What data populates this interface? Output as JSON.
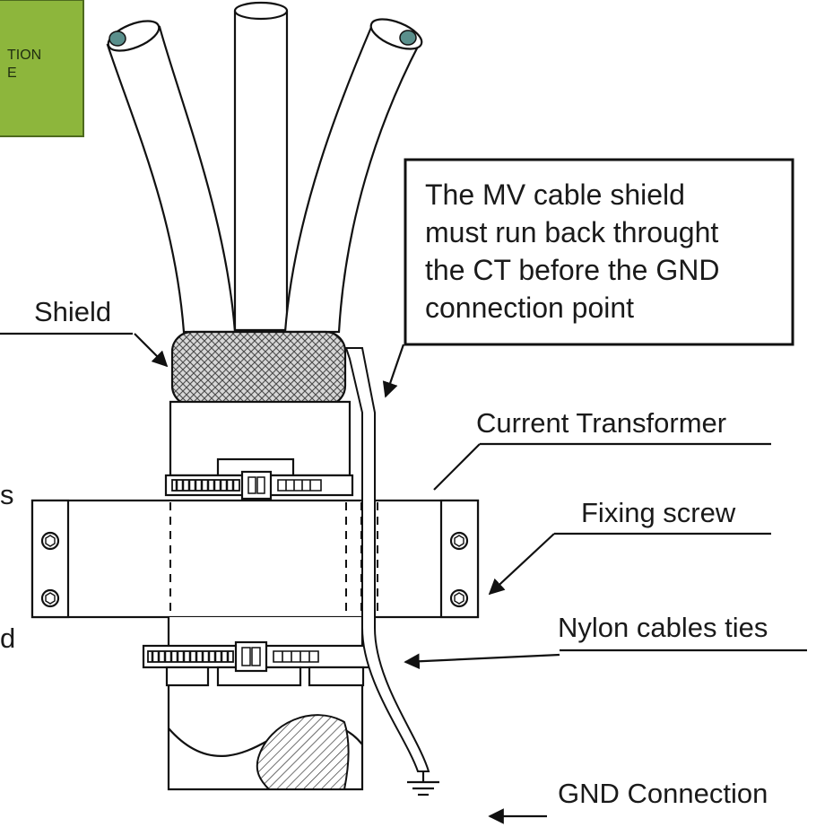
{
  "badge": {
    "line1": "TION",
    "line2": "E",
    "color": "#8db63c"
  },
  "note": {
    "lines": [
      "The MV cable shield",
      "must run back throught",
      "the CT before the GND",
      "connection point"
    ]
  },
  "labels": {
    "shield": "Shield",
    "current_transformer": "Current Transformer",
    "fixing_screw": "Fixing screw",
    "nylon_ties": "Nylon cables ties",
    "gnd_connection": "GND Connection"
  },
  "left_cut": {
    "a": "s",
    "b": "d"
  },
  "colors": {
    "line": "#111111",
    "braid": "#6a6a6a",
    "badge": "#8db63c"
  }
}
